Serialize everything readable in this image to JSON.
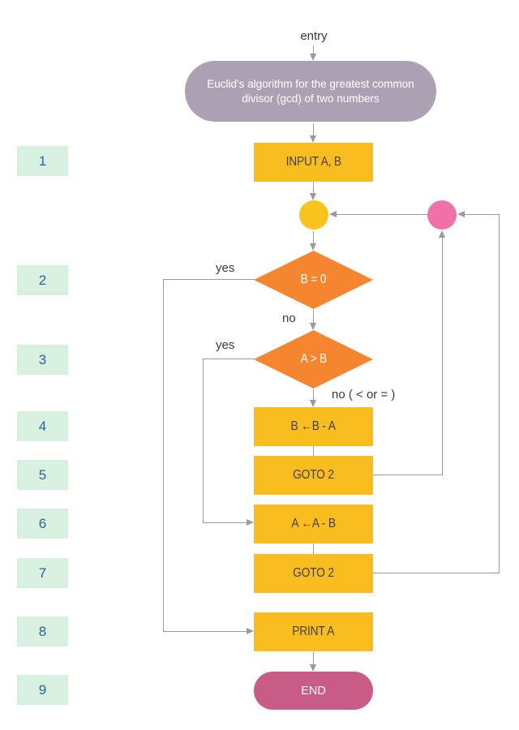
{
  "diagram": {
    "entry_label": "entry",
    "start_node_text": "Euclid's algorithm for the greatest common divisor (gcd) of two numbers",
    "nodes": {
      "input": "INPUT A, B",
      "decision_b_zero": "B = 0",
      "decision_a_gt_b": "A > B",
      "assign_b": "B ←B - A",
      "goto2_after_b": "GOTO 2",
      "assign_a": "A ←A - B",
      "goto2_after_a": "GOTO 2",
      "print_a": "PRINT A",
      "end": "END"
    },
    "edge_labels": {
      "b_zero_yes": "yes",
      "b_zero_no": "no",
      "a_gt_b_yes": "yes",
      "a_gt_b_no": "no ( < or = )"
    },
    "row_numbers": [
      "1",
      "2",
      "3",
      "4",
      "5",
      "6",
      "7",
      "8",
      "9"
    ],
    "colors": {
      "process_fill": "#F9BD1F",
      "decision_fill": "#F5862F",
      "start_fill": "#ACA1B3",
      "end_fill": "#C95C87",
      "connector_main_fill": "#F7C31D",
      "connector_loop_fill": "#F070A8",
      "row_badge_fill": "#D7F0DF",
      "row_badge_text": "#2A64A8",
      "line": "#9A9A9A",
      "node_text_dark": "#45413C",
      "node_text_light": "#FFFFFF",
      "label_text": "#3A3A3A"
    }
  }
}
